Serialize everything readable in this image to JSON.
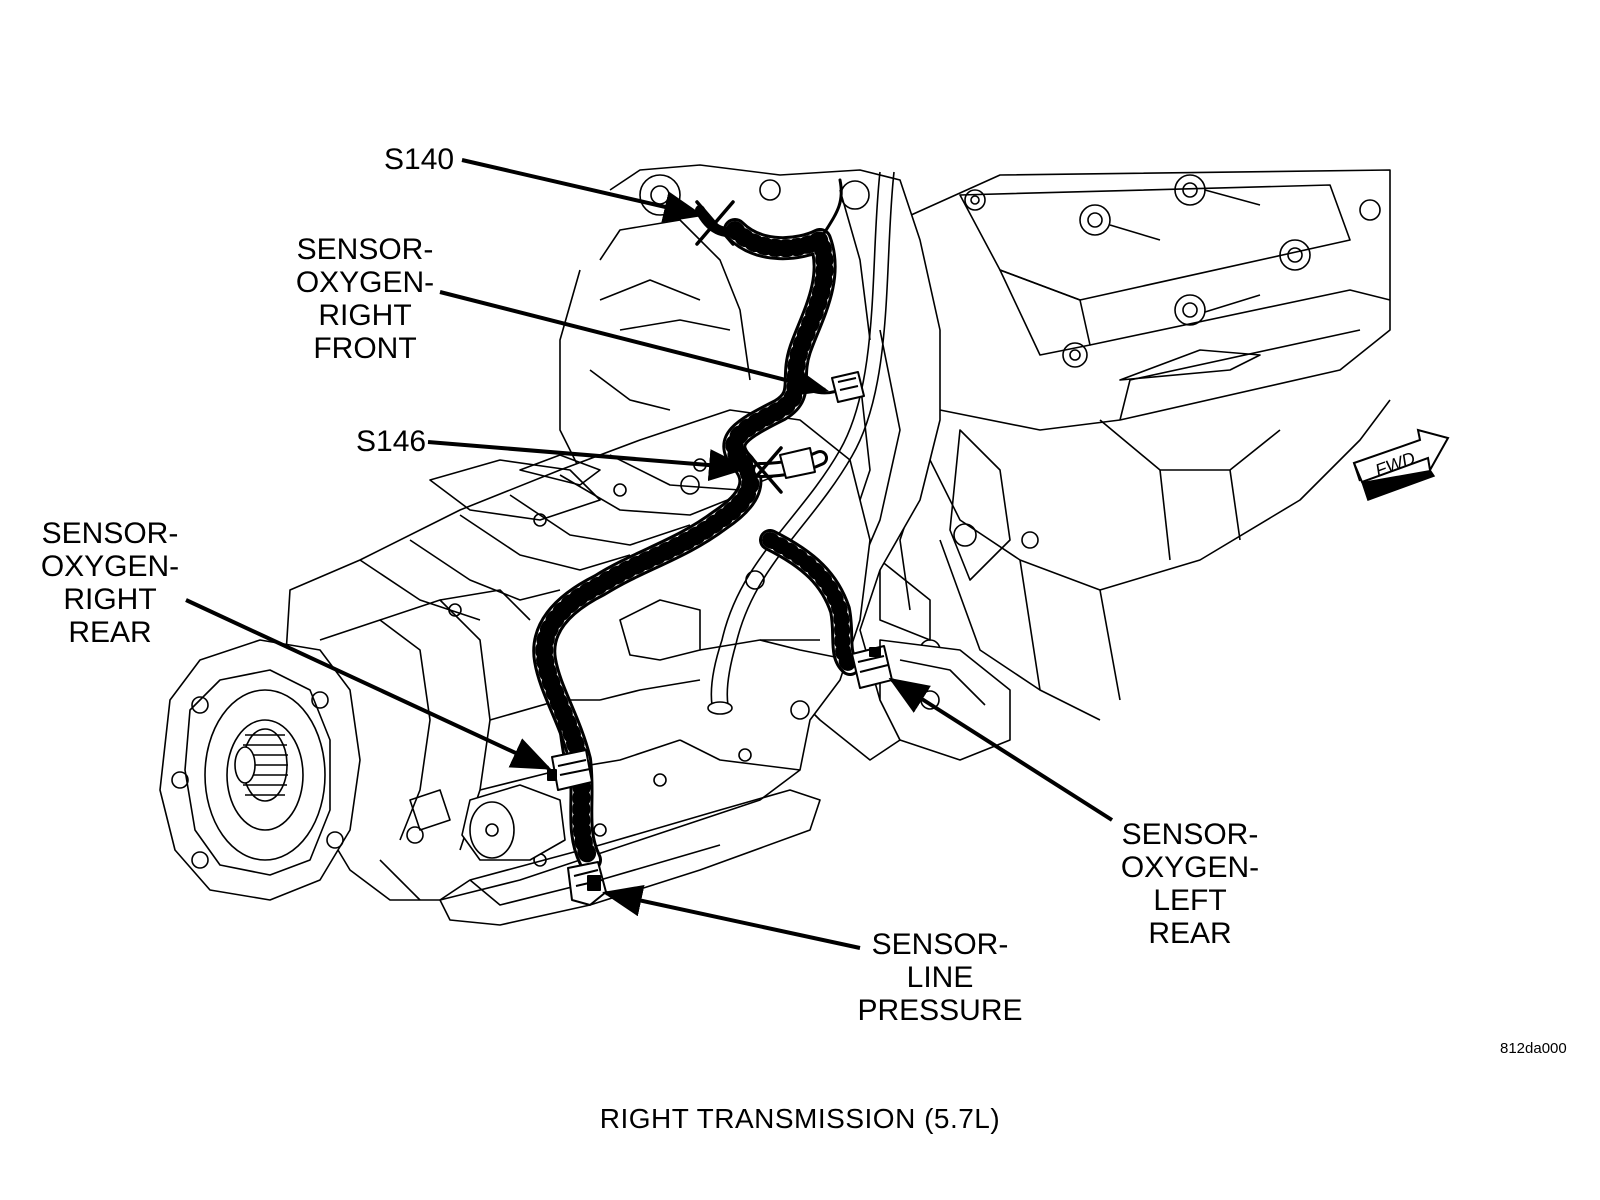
{
  "labels": {
    "s140": "S140",
    "o2_right_front": [
      "SENSOR-",
      "OXYGEN-",
      "RIGHT",
      "FRONT"
    ],
    "s146": "S146",
    "o2_right_rear": [
      "SENSOR-",
      "OXYGEN-",
      "RIGHT",
      "REAR"
    ],
    "o2_left_rear": [
      "SENSOR-",
      "OXYGEN-",
      "LEFT",
      "REAR"
    ],
    "line_pressure": [
      "SENSOR-",
      "LINE",
      "PRESSURE"
    ],
    "fwd": "FWD"
  },
  "figure_id": "812da000",
  "caption": "RIGHT TRANSMISSION  (5.7L)"
}
